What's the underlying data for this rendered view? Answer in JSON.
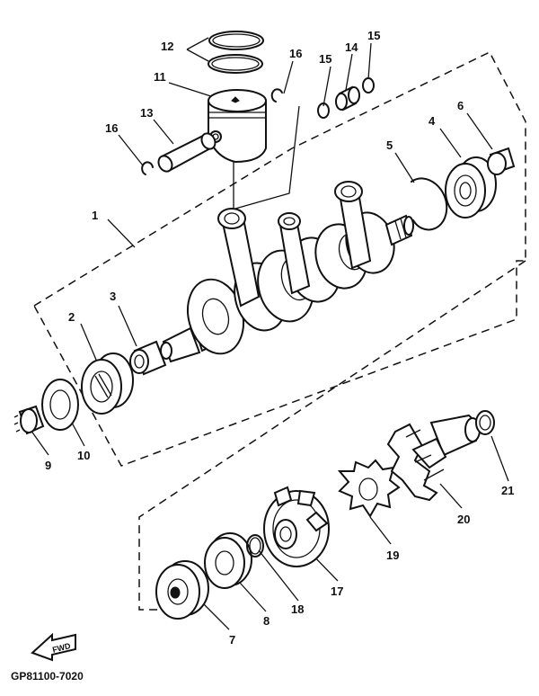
{
  "diagram": {
    "code": "GP81100-7020",
    "fwd_label": "FWD",
    "callouts": {
      "p1": "1",
      "p2": "2",
      "p3": "3",
      "p4": "4",
      "p5": "5",
      "p6": "6",
      "p7": "7",
      "p8": "8",
      "p9": "9",
      "p10": "10",
      "p11": "11",
      "p12": "12",
      "p13": "13",
      "p14": "14",
      "p15a": "15",
      "p15b": "15",
      "p16a": "16",
      "p16b": "16",
      "p17": "17",
      "p18": "18",
      "p19": "19",
      "p20": "20",
      "p21": "21"
    }
  }
}
